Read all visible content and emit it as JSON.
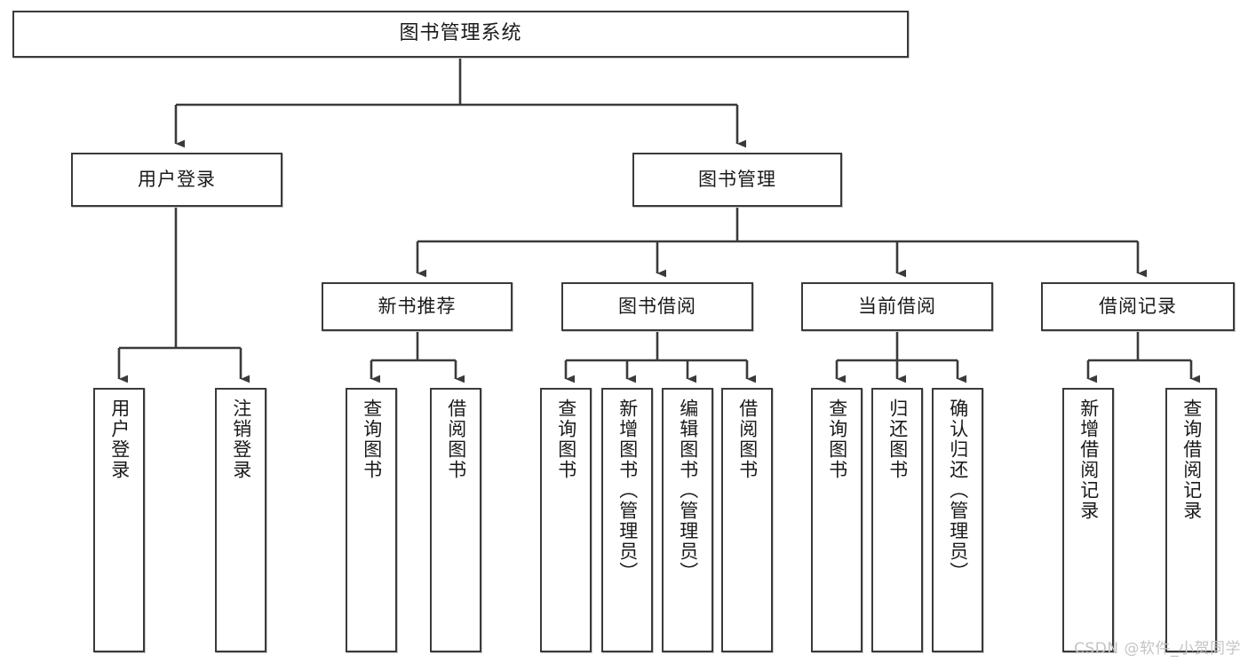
{
  "diagram": {
    "title": "图书管理系统",
    "type": "tree-hierarchy-chart",
    "watermark": "CSDN @软件_小贺同学",
    "colors": {
      "node_border": "#3a3a3a",
      "node_fill": "#ffffff",
      "connector": "#3a3a3a",
      "text": "#1a1a1a",
      "watermark": "#c4c4c4"
    },
    "root": {
      "label": "图书管理系统"
    },
    "level2": [
      {
        "label": "用户登录"
      },
      {
        "label": "图书管理"
      }
    ],
    "level3": [
      {
        "label": "新书推荐"
      },
      {
        "label": "图书借阅"
      },
      {
        "label": "当前借阅"
      },
      {
        "label": "借阅记录"
      }
    ],
    "leaves": {
      "user_login": [
        {
          "label": "用户登录"
        },
        {
          "label": "注销登录"
        }
      ],
      "new_book_recommend": [
        {
          "label": "查询图书"
        },
        {
          "label": "借阅图书"
        }
      ],
      "book_borrow": [
        {
          "label": "查询图书"
        },
        {
          "label": "新增图书（管理员）"
        },
        {
          "label": "编辑图书（管理员）"
        },
        {
          "label": "借阅图书"
        }
      ],
      "current_borrow": [
        {
          "label": "查询图书"
        },
        {
          "label": "归还图书"
        },
        {
          "label": "确认归还（管理员）"
        }
      ],
      "borrow_record": [
        {
          "label": "新增借阅记录"
        },
        {
          "label": "查询借阅记录"
        }
      ]
    }
  }
}
